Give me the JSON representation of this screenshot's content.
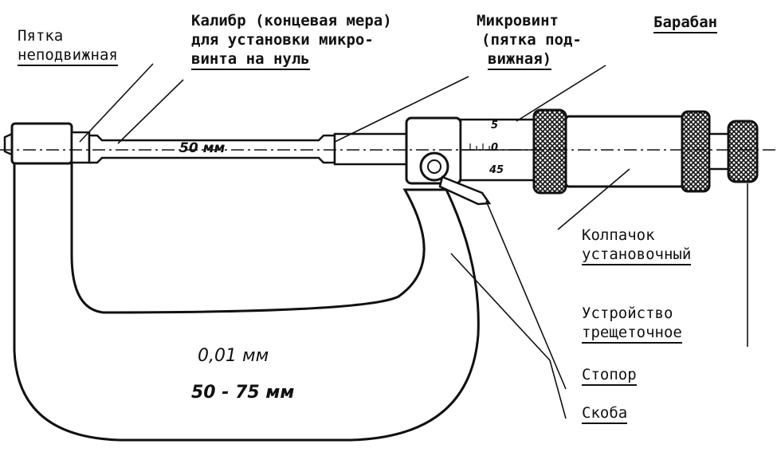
{
  "labels": {
    "heel_fixed_1": "Пятка",
    "heel_fixed_2": "неподвижная",
    "gauge_1": "Калибр (концевая мера)",
    "gauge_2": "для установки микро-",
    "gauge_3": "винта на нуль",
    "screw_1": "Микровинт",
    "screw_2": "(пятка под-",
    "screw_3": "вижная)",
    "drum": "Барабан",
    "cap_1": "Колпачок",
    "cap_2": "установочный",
    "ratchet_1": "Устройство",
    "ratchet_2": "трещеточное",
    "stopper": "Стопор",
    "bracket": "Скоба"
  },
  "gauge_size": "50 мм",
  "resolution": "0,01 мм",
  "range": "50 - 75 мм",
  "scale_marks": [
    "5",
    "0",
    "45"
  ]
}
